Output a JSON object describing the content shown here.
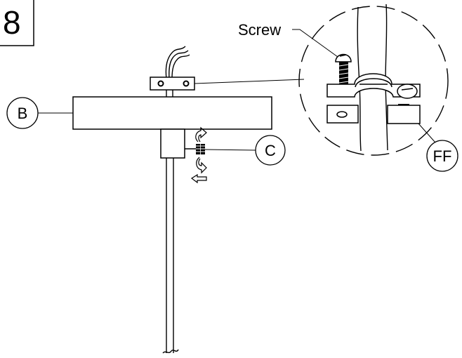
{
  "step_number": "8",
  "callouts": {
    "screw": "Screw",
    "b": "B",
    "c": "C",
    "ff": "FF"
  },
  "colors": {
    "line": "#000000",
    "background": "#ffffff"
  },
  "icons": {
    "rotation": "curved-arrows-icon",
    "direction": "left-arrow-icon"
  }
}
